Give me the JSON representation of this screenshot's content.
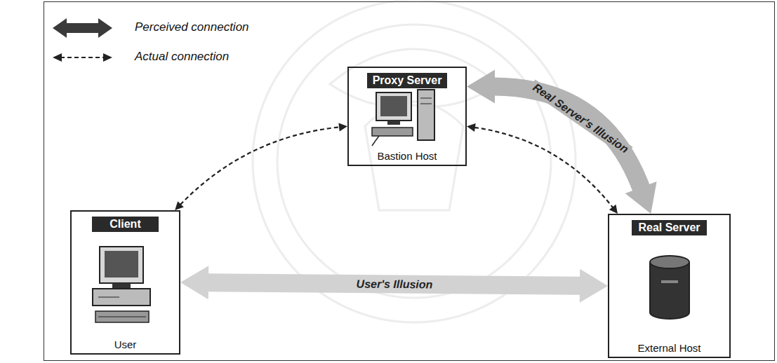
{
  "diagram": {
    "nodes": [
      {
        "text": [
          "Proxy Server",
          "Bastion Host"
        ]
      },
      {
        "text": [
          "Client",
          "User"
        ]
      },
      {
        "text": [
          "Real Server",
          "External Host"
        ]
      }
    ],
    "edges": [
      {
        "from": 1,
        "to": 0,
        "arrow": "both"
      },
      {
        "from": 0,
        "to": 2,
        "arrow": "both"
      },
      {
        "from": 1,
        "to": 2,
        "arrow": "both",
        "label": "User's Illusion"
      },
      {
        "from": 0,
        "to": 2,
        "arrow": "both",
        "label": "Real Server's Illusion"
      }
    ],
    "legend": [
      {
        "text": "Perceived connection"
      },
      {
        "text": "Actual connection"
      }
    ]
  }
}
